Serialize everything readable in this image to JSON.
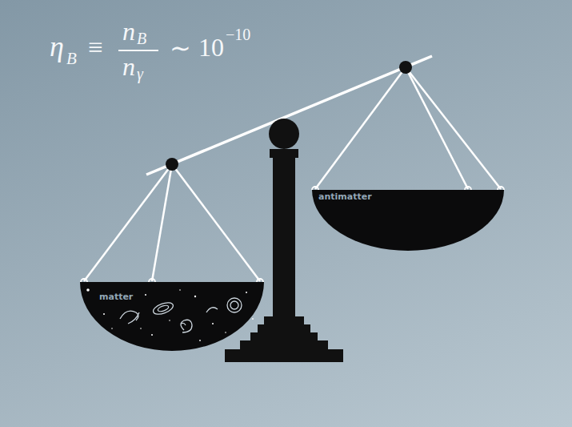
{
  "diagram": {
    "nodes": [
      {
        "text": [
          "matter"
        ]
      },
      {
        "text": [
          "antimatter"
        ]
      }
    ],
    "labels": [
      "η",
      "B",
      "≡",
      "n",
      "B",
      "n",
      "γ",
      "∼",
      "10",
      "−10"
    ]
  }
}
